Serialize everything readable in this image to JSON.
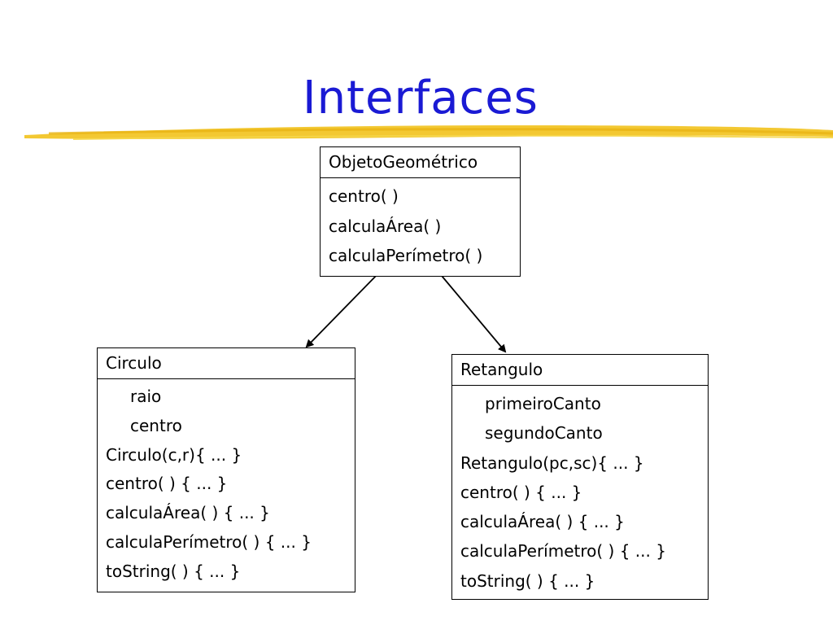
{
  "title": "Interfaces",
  "colors": {
    "title": "#1a1ad4",
    "underline": "#f2c21c",
    "lines": "#000000"
  },
  "interface_box": {
    "name": "ObjetoGeométrico",
    "methods": [
      "centro( )",
      "calculaÁrea( )",
      "calculaPerímetro( )"
    ]
  },
  "circulo_box": {
    "name": "Circulo",
    "attributes": [
      "raio",
      "centro"
    ],
    "methods": [
      "Circulo(c,r){ ... }",
      "centro( ) { ... }",
      "calculaÁrea( ) { ... }",
      "calculaPerímetro( ) { ... }",
      "toString( ) { ... }"
    ]
  },
  "retangulo_box": {
    "name": "Retangulo",
    "attributes": [
      "primeiroCanto",
      "segundoCanto"
    ],
    "methods": [
      "Retangulo(pc,sc){ ... }",
      "centro( ) { ... }",
      "calculaÁrea( ) { ... }",
      "calculaPerímetro( ) { ... }",
      "toString( ) { ... }"
    ]
  }
}
